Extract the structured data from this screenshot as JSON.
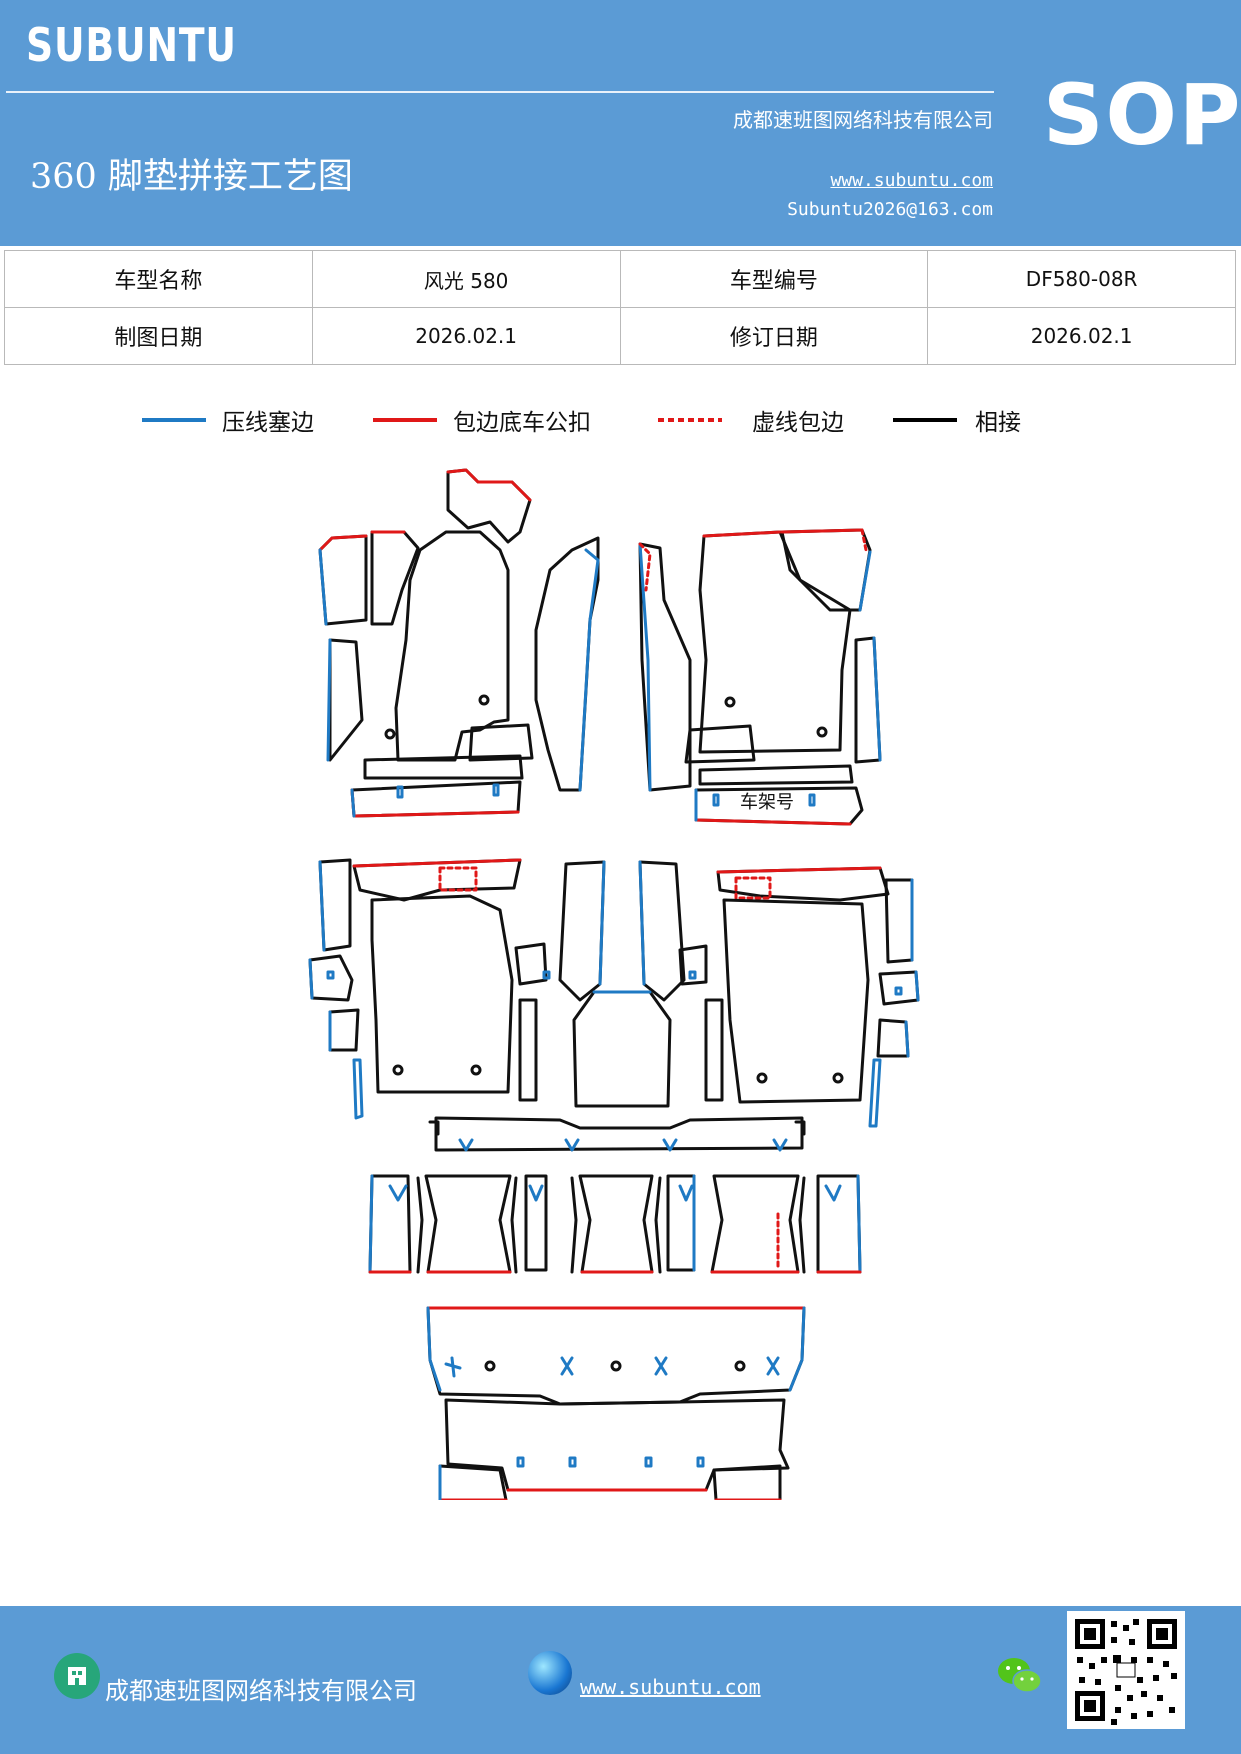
{
  "header": {
    "brand": "SUBUNTU",
    "company": "成都速班图网络科技有限公司",
    "title": "360 脚垫拼接工艺图",
    "website": "www.subuntu.com",
    "email": "Subuntu2026@163.com",
    "badge": "SOP"
  },
  "info": {
    "model_name_label": "车型名称",
    "model_name": "风光 580",
    "model_code_label": "车型编号",
    "model_code": "DF580-08R",
    "draw_date_label": "制图日期",
    "draw_date": "2026.02.1",
    "revise_date_label": "修订日期",
    "revise_date": "2026.02.1"
  },
  "legend": [
    {
      "label": "压线塞边",
      "color": "#1f7ac4",
      "style": "solid"
    },
    {
      "label": "包边底车公扣",
      "color": "#e01818",
      "style": "solid"
    },
    {
      "label": "虚线包边",
      "color": "#e01818",
      "style": "dotted"
    },
    {
      "label": "相接",
      "color": "#000000",
      "style": "solid"
    }
  ],
  "drawing": {
    "frame_label": "车架号"
  },
  "colors": {
    "blue": "#1f7ac4",
    "red": "#e01818",
    "black": "#111111",
    "header_bg": "#5b9bd5"
  },
  "footer": {
    "company": "成都速班图网络科技有限公司",
    "website": "www.subuntu.com",
    "icons": [
      "building-icon",
      "globe-icon",
      "wechat-icon",
      "qr-code"
    ]
  }
}
